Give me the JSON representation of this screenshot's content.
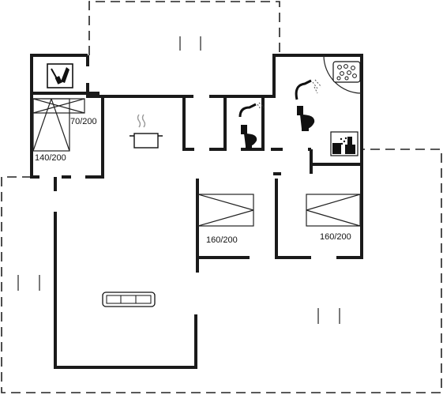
{
  "bed_labels": {
    "bunk_small": "70/200",
    "bunk_large": "140/200",
    "bedroom_left": "160/200",
    "bedroom_right": "160/200"
  },
  "icons": [
    "utility-room-icon",
    "cooking-pot-icon",
    "shower-icon",
    "toilet-icon",
    "whirlpool-icon",
    "sauna-icon",
    "sofa-icon"
  ],
  "terrace_markers": 3
}
